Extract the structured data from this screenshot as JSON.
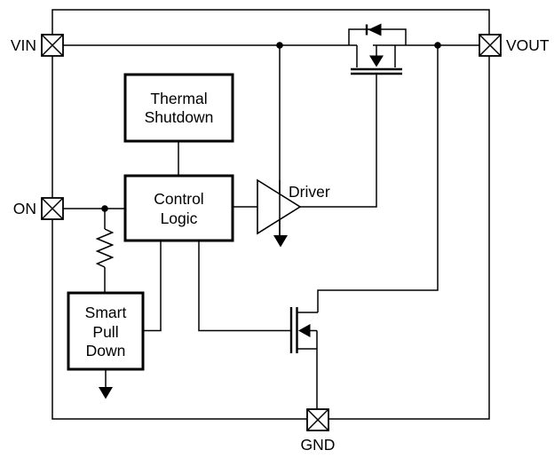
{
  "pins": {
    "vin": "VIN",
    "on": "ON",
    "vout": "VOUT",
    "gnd": "GND"
  },
  "blocks": {
    "thermal_shutdown": [
      "Thermal",
      "Shutdown"
    ],
    "control_logic": [
      "Control",
      "Logic"
    ],
    "smart_pull_down": [
      "Smart",
      "Pull",
      "Down"
    ],
    "driver": "Driver"
  },
  "colors": {
    "stroke": "#000000",
    "background": "#ffffff"
  }
}
